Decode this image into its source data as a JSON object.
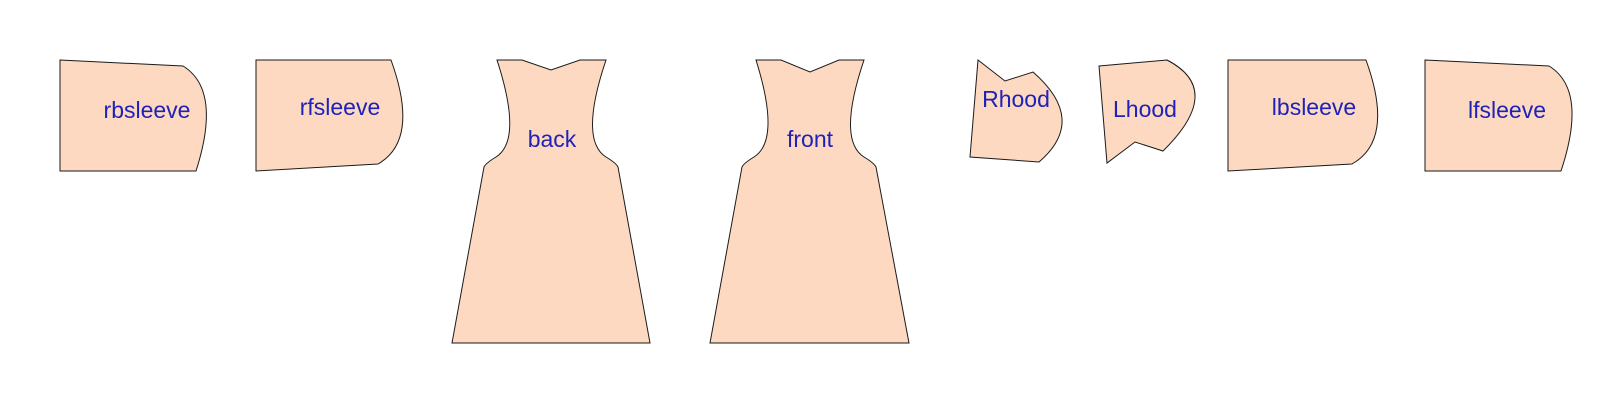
{
  "pattern": {
    "fill_color": "#fdd9c1",
    "outline_color": "#1a1a1a",
    "label_color": "#1f22b8",
    "pieces": [
      {
        "id": "rbsleeve",
        "label": "rbsleeve"
      },
      {
        "id": "rfsleeve",
        "label": "rfsleeve"
      },
      {
        "id": "back",
        "label": "back"
      },
      {
        "id": "front",
        "label": "front"
      },
      {
        "id": "rhood",
        "label": "Rhood"
      },
      {
        "id": "lhood",
        "label": "Lhood"
      },
      {
        "id": "lbsleeve",
        "label": "lbsleeve"
      },
      {
        "id": "lfsleeve",
        "label": "lfsleeve"
      }
    ]
  }
}
